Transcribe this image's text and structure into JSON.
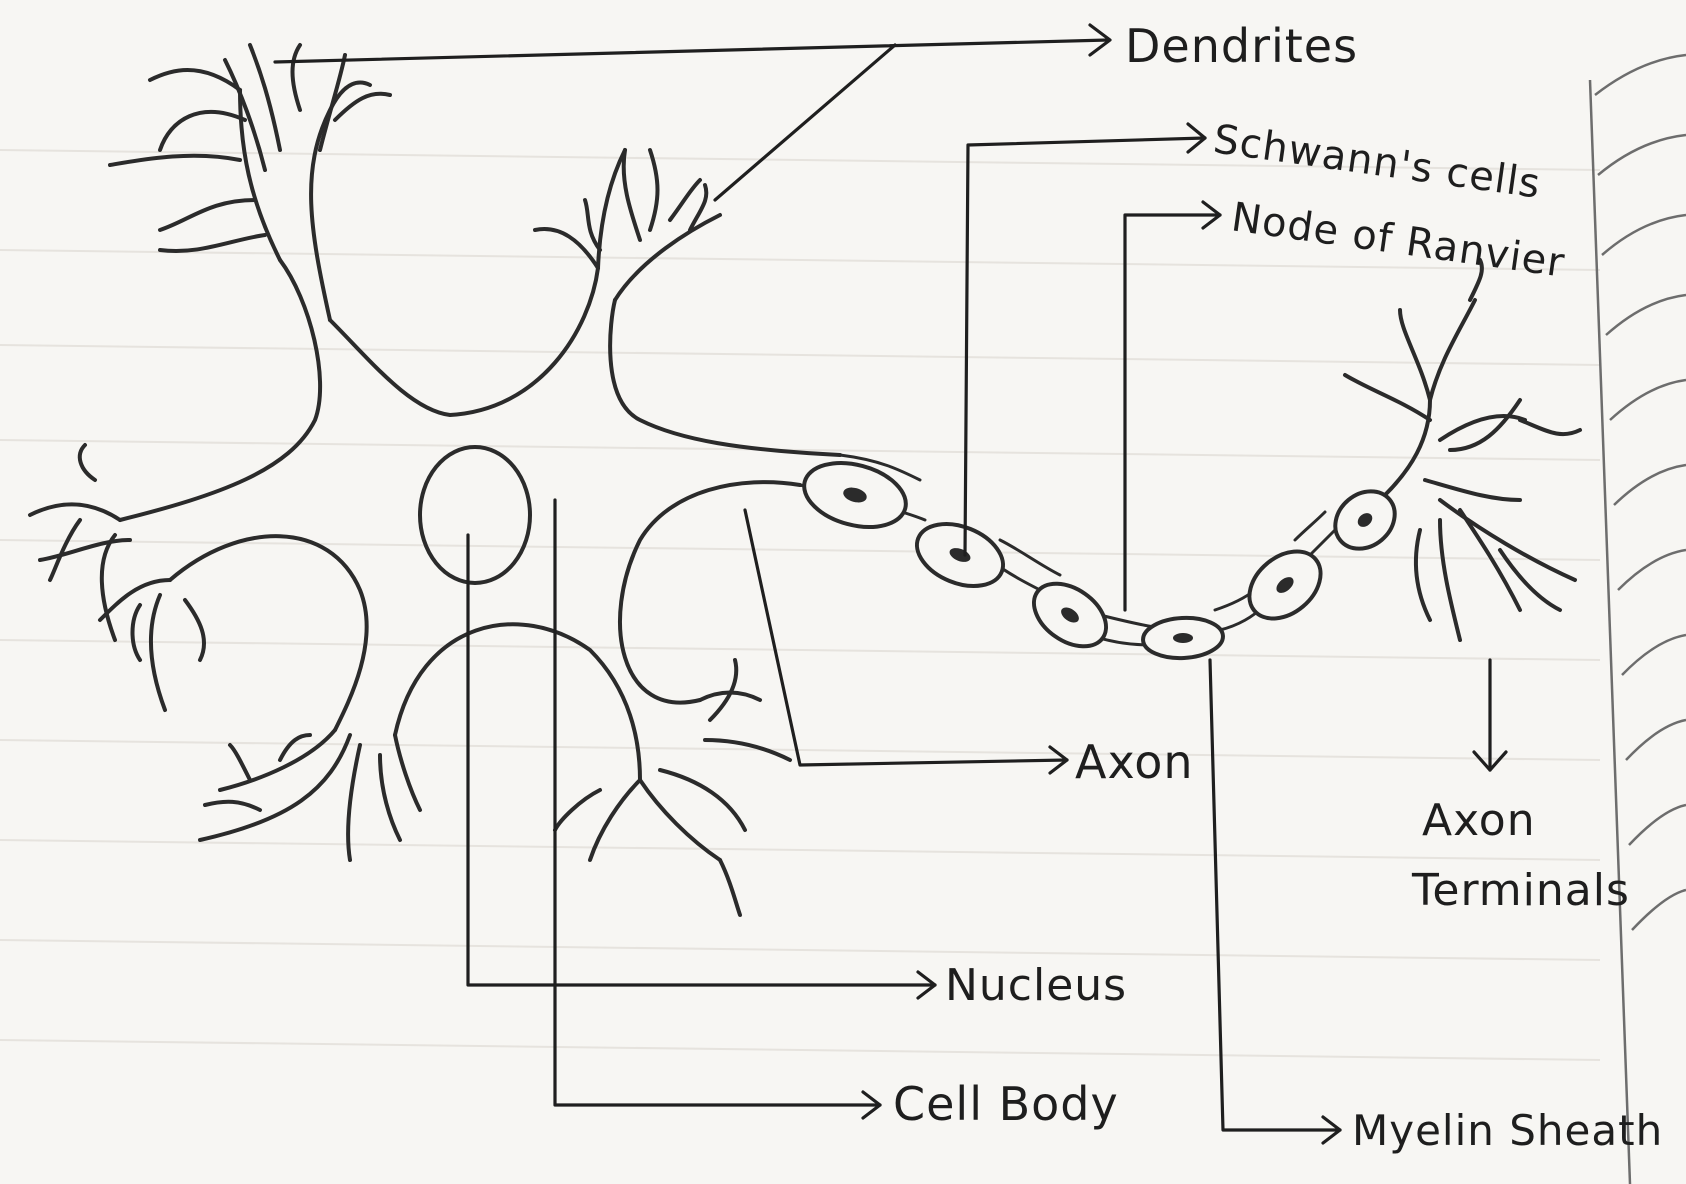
{
  "labels": {
    "dendrites": "Dendrites",
    "schwann_cells": "Schwann's cells",
    "node_of_ranvier": "Node of Ranvier",
    "axon": "Axon",
    "axon_terminals_line1": "Axon",
    "axon_terminals_line2": "Terminals",
    "nucleus": "Nucleus",
    "cell_body": "Cell Body",
    "myelin_sheath": "Myelin Sheath"
  },
  "colors": {
    "paper": "#f7f6f3",
    "ink": "#2b2b2b",
    "ruled_line": "#e6e3de"
  }
}
